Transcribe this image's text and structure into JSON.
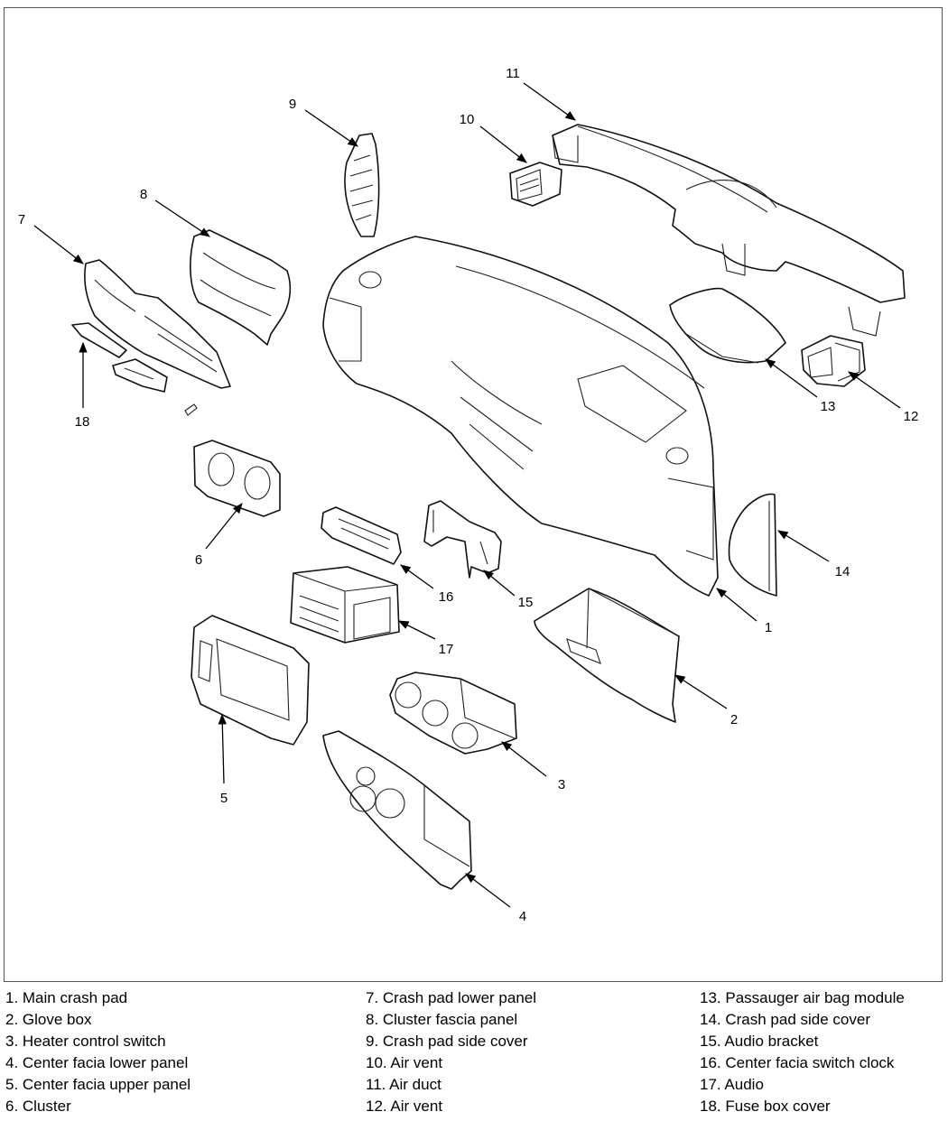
{
  "callouts": [
    "1",
    "2",
    "3",
    "4",
    "5",
    "6",
    "7",
    "8",
    "9",
    "10",
    "11",
    "12",
    "13",
    "14",
    "15",
    "16",
    "17",
    "18"
  ],
  "legend": {
    "col1": [
      "1. Main crash pad",
      "2. Glove box",
      "3. Heater control switch",
      "4. Center facia lower panel",
      "5. Center facia upper panel",
      "6. Cluster"
    ],
    "col2": [
      "7. Crash pad lower panel",
      "8. Cluster fascia panel",
      "9. Crash pad side cover",
      "10. Air vent",
      "11. Air duct",
      "12. Air vent"
    ],
    "col3": [
      "13. Passauger air bag module",
      "14. Crash pad side cover",
      "15. Audio bracket",
      "16. Center facia switch clock",
      "17. Audio",
      "18. Fuse box cover"
    ]
  }
}
